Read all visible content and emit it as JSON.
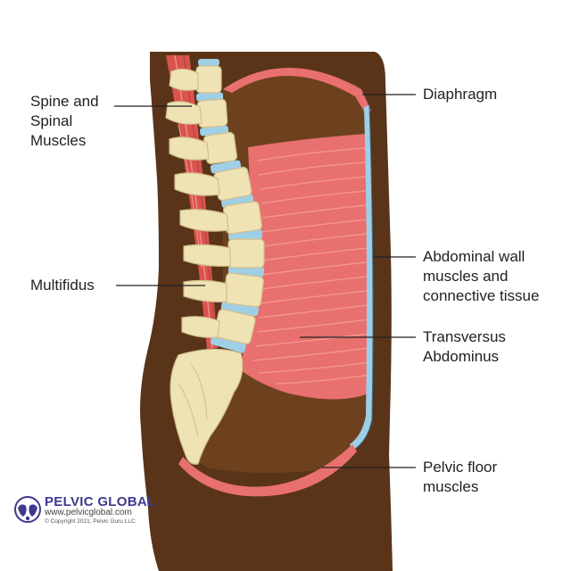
{
  "labels": {
    "spine": [
      "Spine and",
      "Spinal",
      "Muscles"
    ],
    "multifidus": [
      "Multifidus"
    ],
    "diaphragm": [
      "Diaphragm"
    ],
    "abdominal_wall": [
      "Abdominal wall",
      "muscles and",
      "connective tissue"
    ],
    "transversus": [
      "Transversus",
      "Abdominus"
    ],
    "pelvic_floor": [
      "Pelvic floor",
      "muscles"
    ]
  },
  "brand": {
    "name": "PELVIC GLOBAL",
    "url": "www.pelvicglobal.com",
    "copyright": "Copyright 2021, Pelvic Guru LLC",
    "copyright_symbol": "©"
  },
  "colors": {
    "body": "#5a3419",
    "cavity": "#70431f",
    "muscle": "#e8706e",
    "muscle_light": "#f49a92",
    "fascia": "#9fcfe6",
    "bone": "#efe2b4",
    "bone_shade": "#cfbf8a",
    "brand": "#3f3a8f",
    "text": "#222222"
  }
}
